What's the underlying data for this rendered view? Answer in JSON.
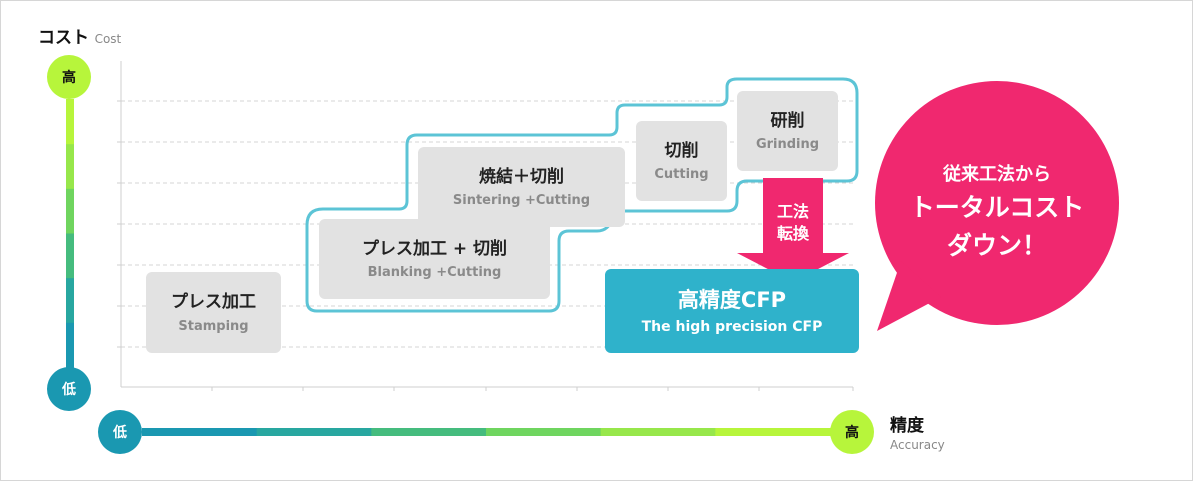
{
  "y_axis": {
    "title": "コスト",
    "subtitle": "Cost",
    "high": "高",
    "low": "低"
  },
  "x_axis": {
    "title": "精度",
    "subtitle": "Accuracy",
    "high": "高",
    "low": "低"
  },
  "colors": {
    "gradient": [
      "#1a98b1",
      "#28a7a0",
      "#45bc7e",
      "#6fd55f",
      "#97e74b",
      "#b7f53b"
    ],
    "box": "#e2e2e2",
    "cfp": "#2fb2cb",
    "arrow": "#f0286f",
    "outline": "#5cc4d6"
  },
  "boxes": [
    {
      "id": "stamping",
      "jp": "プレス加工",
      "en": "Stamping"
    },
    {
      "id": "blanking",
      "jp": "プレス加工 + 切削",
      "en": "Blanking +Cutting"
    },
    {
      "id": "sintering",
      "jp": "焼結＋切削",
      "en": "Sintering +Cutting"
    },
    {
      "id": "cutting",
      "jp": "切削",
      "en": "Cutting"
    },
    {
      "id": "grinding",
      "jp": "研削",
      "en": "Grinding"
    }
  ],
  "cfp": {
    "jp": "高精度CFP",
    "en": "The high precision CFP"
  },
  "arrow": {
    "line1": "工法",
    "line2": "転換"
  },
  "bubble": {
    "line1": "従来工法から",
    "line2": "トータルコスト",
    "line3": "ダウン！"
  }
}
